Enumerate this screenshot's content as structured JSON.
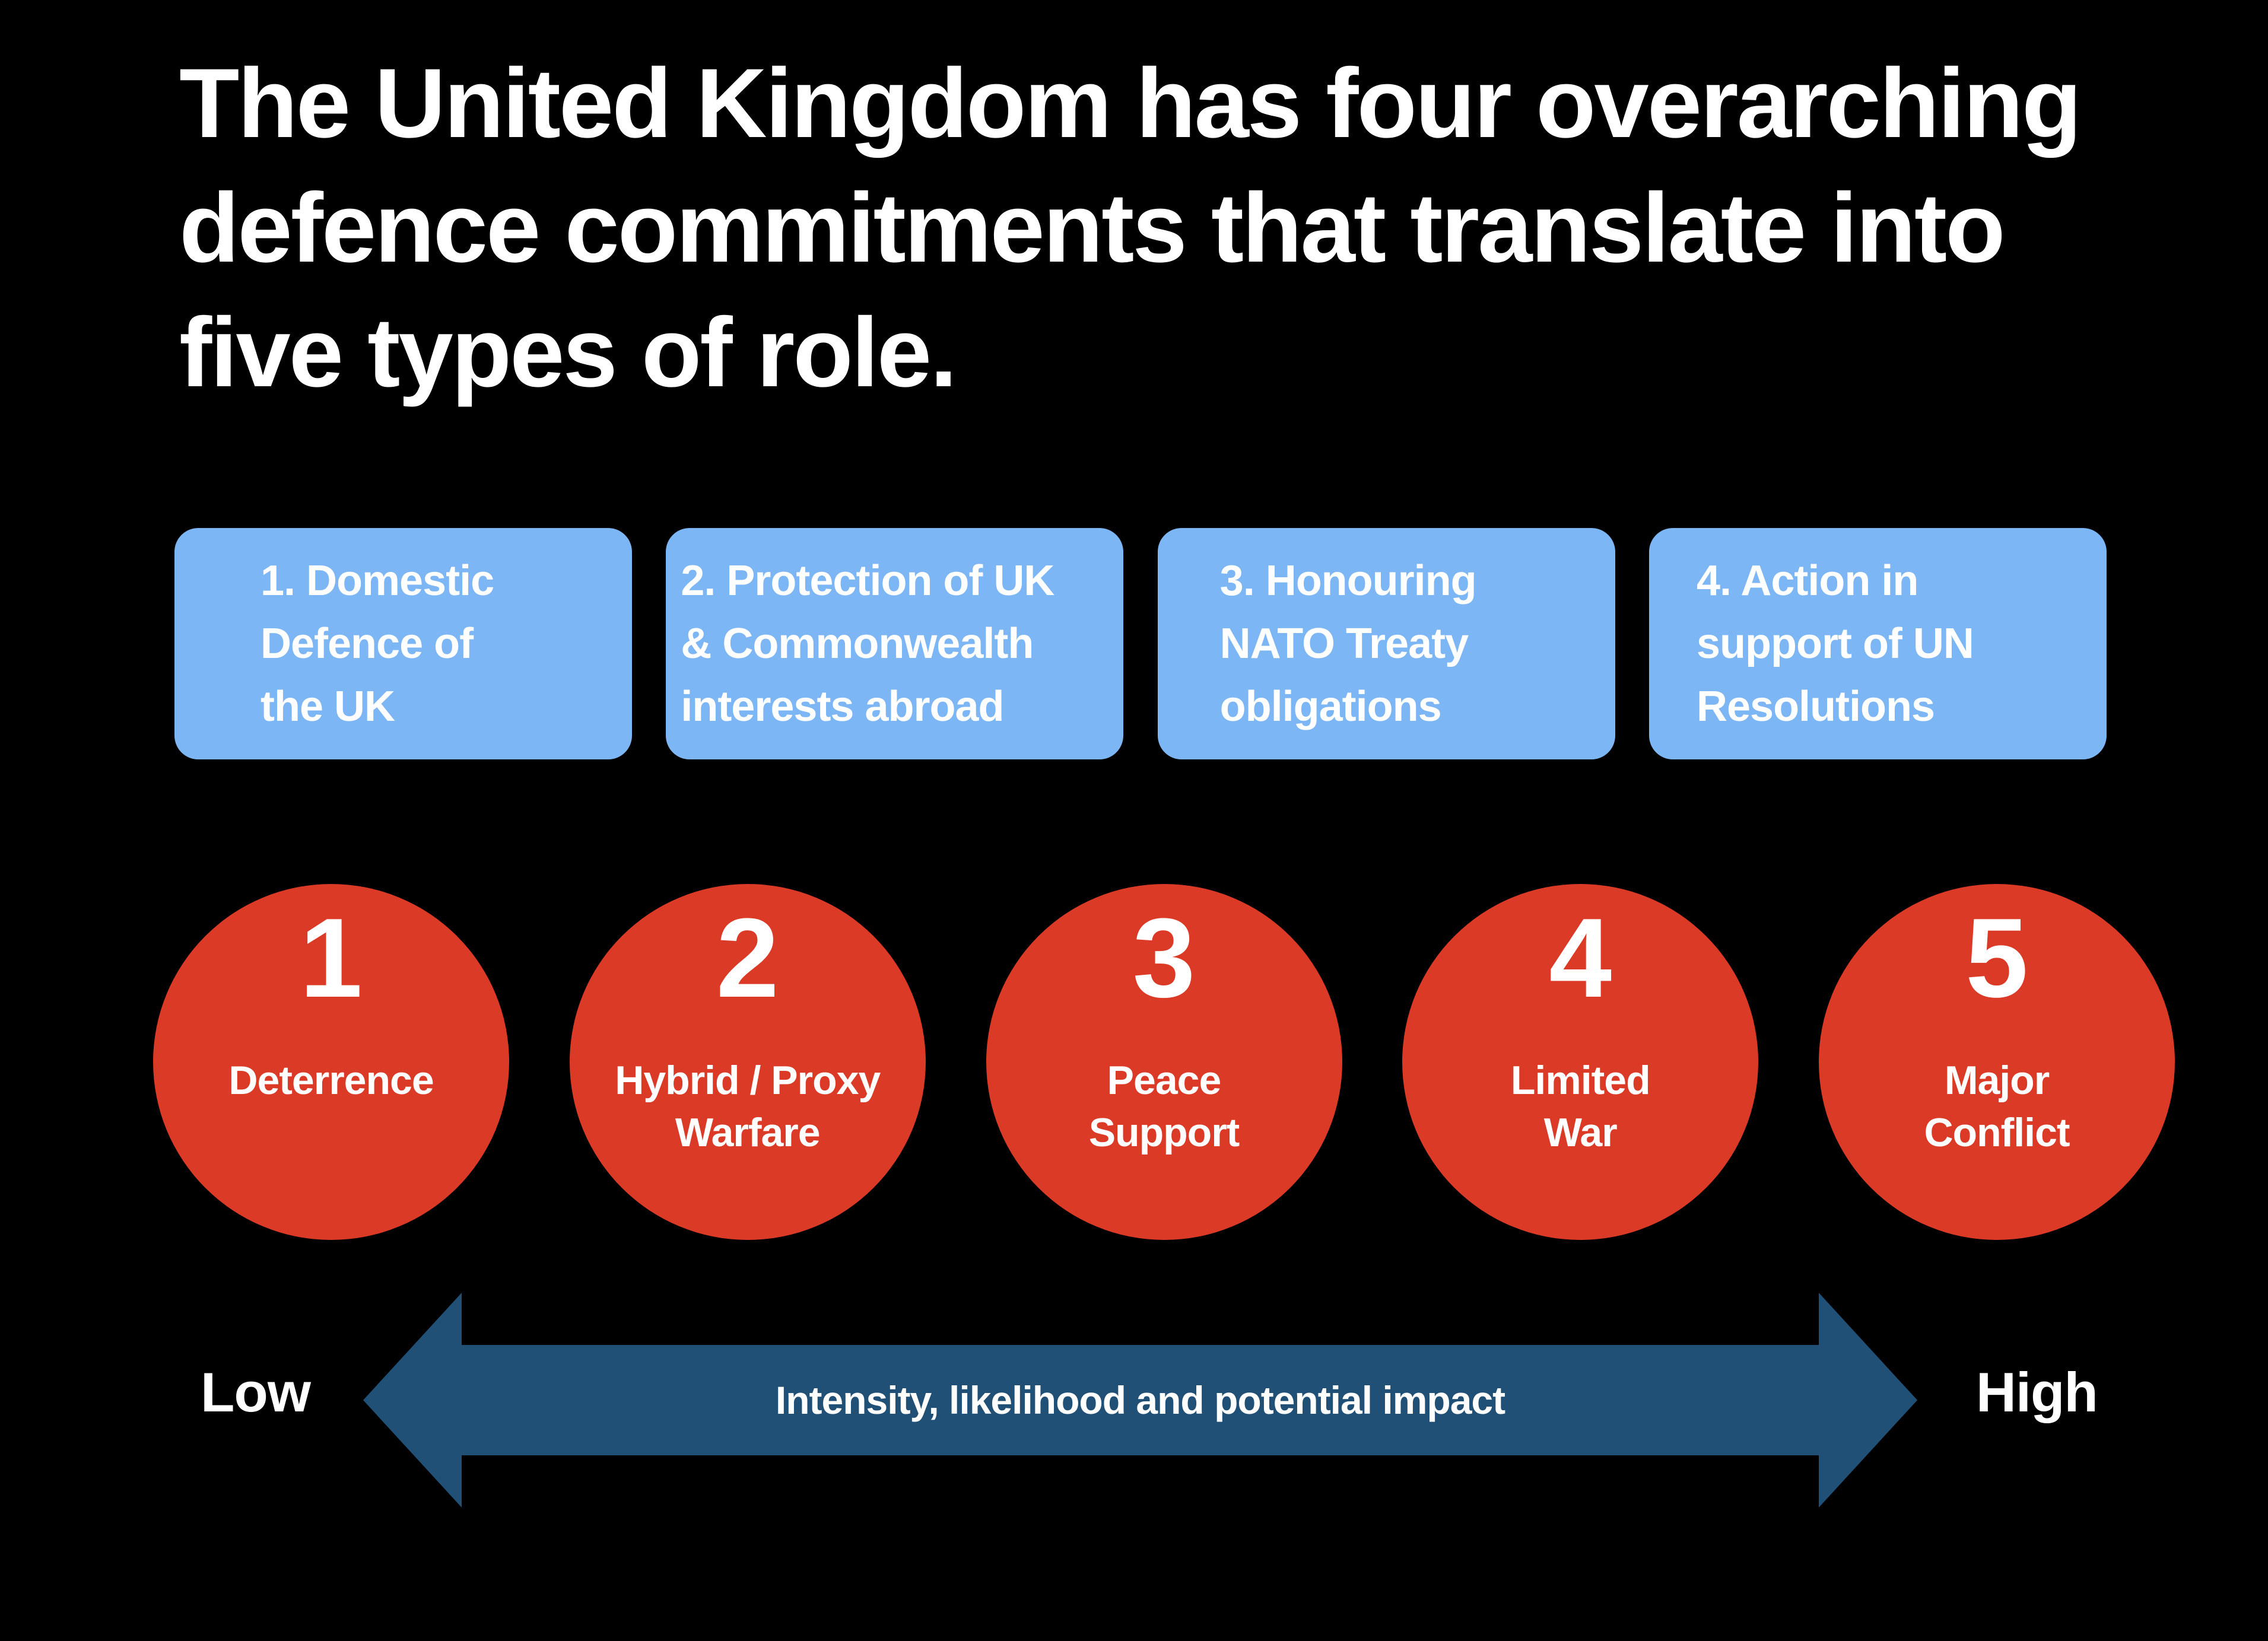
{
  "slide": {
    "title": {
      "line1": "The United Kingdom has four overarching",
      "line2": "defence commitments that translate into",
      "line3": "five types of role."
    },
    "commitments": [
      {
        "lines": [
          "1. Domestic",
          "Defence of",
          "the UK"
        ]
      },
      {
        "lines": [
          "2. Protection of UK",
          "& Commonwealth",
          "interests abroad"
        ]
      },
      {
        "lines": [
          "3. Honouring",
          "NATO Treaty",
          "obligations"
        ]
      },
      {
        "lines": [
          "4. Action in",
          "support of UN",
          "Resolutions"
        ]
      }
    ],
    "roles": [
      {
        "number": "1",
        "label_lines": [
          "Deterrence"
        ]
      },
      {
        "number": "2",
        "label_lines": [
          "Hybrid / Proxy",
          "Warfare"
        ]
      },
      {
        "number": "3",
        "label_lines": [
          "Peace",
          "Support"
        ]
      },
      {
        "number": "4",
        "label_lines": [
          "Limited",
          "War"
        ]
      },
      {
        "number": "5",
        "label_lines": [
          "Major",
          "Conflict"
        ]
      }
    ],
    "axis": {
      "low": "Low",
      "high": "High",
      "label": "Intensity, likelihood and potential impact"
    },
    "colors": {
      "background": "#000000",
      "text": "#FFFFFF",
      "commitment_box": "#7DB6F4",
      "role_circle": "#DB3A26",
      "axis_arrow": "#215077"
    }
  }
}
